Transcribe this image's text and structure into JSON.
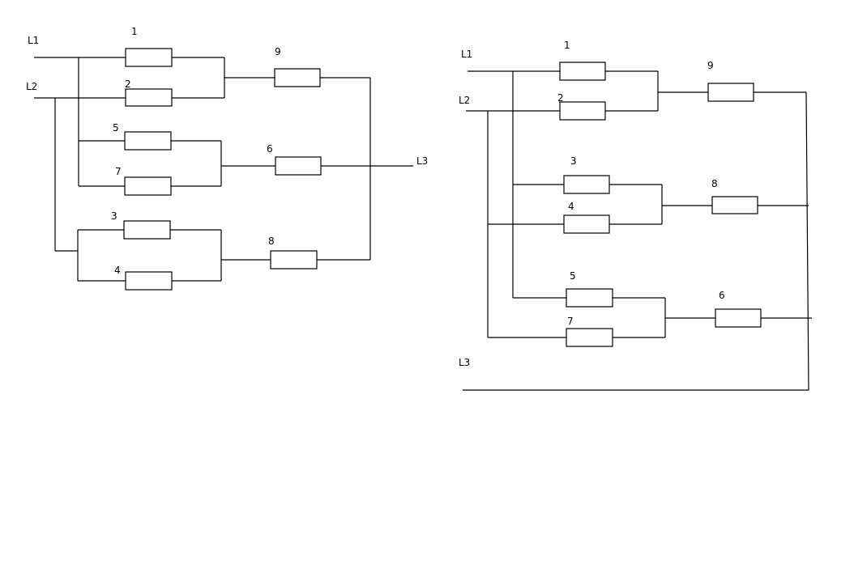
{
  "diagrams": [
    {
      "id": "left",
      "lines": [
        "L1",
        "L2",
        "L3"
      ],
      "resistors": [
        "1",
        "2",
        "5",
        "7",
        "3",
        "4",
        "9",
        "6",
        "8"
      ]
    },
    {
      "id": "right",
      "lines": [
        "L1",
        "L2",
        "L3"
      ],
      "resistors": [
        "1",
        "2",
        "3",
        "4",
        "5",
        "7",
        "9",
        "8",
        "6"
      ]
    }
  ]
}
